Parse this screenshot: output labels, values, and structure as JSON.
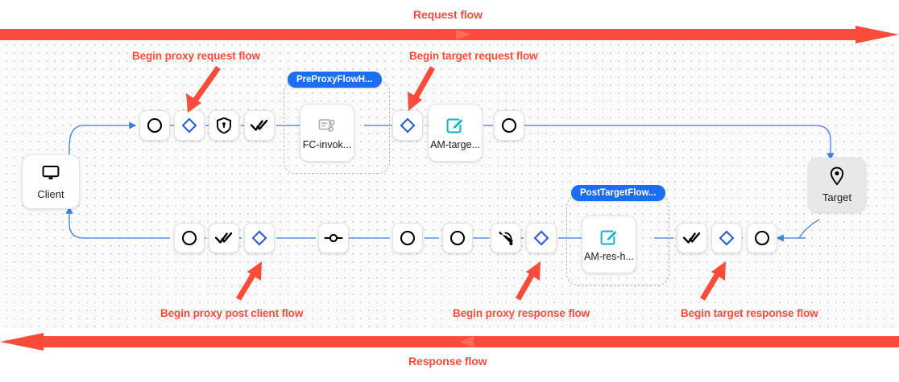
{
  "diagram": {
    "title": "API proxy flow diagram",
    "colors": {
      "flow_red": "#fc4b3a",
      "edge_blue": "#3d7ee0",
      "badge_blue": "#1b6ef3",
      "accent_cyan": "#19b5cd",
      "diamond_blue": "#2a5ddb",
      "target_gray": "#e8e8e8",
      "canvas": "#fbfbfb"
    }
  },
  "banners": [
    {
      "id": "request",
      "label": "Request flow",
      "direction": "right"
    },
    {
      "id": "response",
      "label": "Response flow",
      "direction": "left"
    }
  ],
  "annotations": [
    {
      "id": "begin-proxy-request-flow",
      "label": "Begin proxy request flow"
    },
    {
      "id": "begin-target-request-flow",
      "label": "Begin target request flow"
    },
    {
      "id": "begin-proxy-post-client-flow",
      "label": "Begin proxy post client flow"
    },
    {
      "id": "begin-proxy-response-flow",
      "label": "Begin proxy response flow"
    },
    {
      "id": "begin-target-response-flow",
      "label": "Begin target response flow"
    }
  ],
  "endpoints": [
    {
      "id": "client",
      "label": "Client",
      "icon": "monitor-icon"
    },
    {
      "id": "target",
      "label": "Target",
      "icon": "location-pin-icon"
    }
  ],
  "groups": [
    {
      "id": "pre-proxy-flow-hook",
      "badge": "PreProxyFlowH..."
    },
    {
      "id": "post-target-flow-hook",
      "badge": "PostTargetFlow..."
    }
  ],
  "policies": [
    {
      "id": "fc-invoke",
      "label": "FC-invok...",
      "icon": "flow-callout-icon"
    },
    {
      "id": "am-target",
      "label": "AM-targe...",
      "icon": "assign-message-icon"
    },
    {
      "id": "am-res-h",
      "label": "AM-res-h...",
      "icon": "assign-message-icon"
    }
  ],
  "request_row_nodes": [
    {
      "id": "req-n1",
      "icon": "circle-icon"
    },
    {
      "id": "req-n2",
      "icon": "diamond-icon"
    },
    {
      "id": "req-n3",
      "icon": "shield-lock-icon"
    },
    {
      "id": "req-n4",
      "icon": "double-check-icon"
    },
    {
      "id": "req-n5",
      "icon": "diamond-icon"
    },
    {
      "id": "req-n6",
      "icon": "circle-icon"
    }
  ],
  "response_row_nodes": [
    {
      "id": "res-n1",
      "icon": "circle-icon"
    },
    {
      "id": "res-n2",
      "icon": "double-check-icon"
    },
    {
      "id": "res-n3",
      "icon": "diamond-icon"
    },
    {
      "id": "res-n4",
      "icon": "node-connector-icon"
    },
    {
      "id": "res-n5",
      "icon": "circle-icon"
    },
    {
      "id": "res-n6",
      "icon": "circle-icon"
    },
    {
      "id": "res-n7",
      "icon": "broadcast-icon"
    },
    {
      "id": "res-n8",
      "icon": "diamond-icon"
    },
    {
      "id": "res-n9",
      "icon": "double-check-icon"
    },
    {
      "id": "res-n10",
      "icon": "diamond-icon"
    },
    {
      "id": "res-n11",
      "icon": "circle-icon"
    }
  ]
}
